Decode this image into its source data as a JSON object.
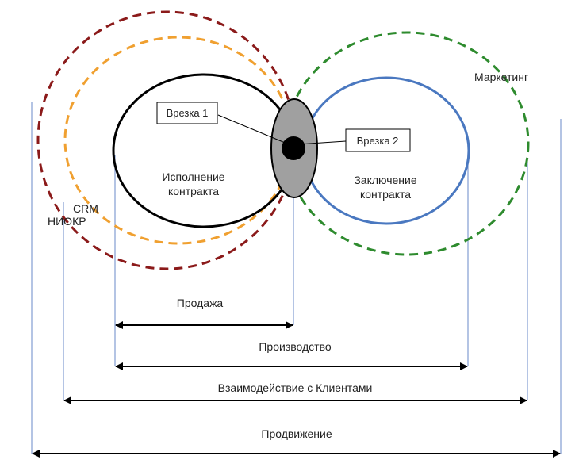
{
  "diagram": {
    "labels": {
      "execution_line1": "Исполнение",
      "execution_line2": "контракта",
      "conclusion_line1": "Заключение",
      "conclusion_line2": "контракта",
      "crm": "CRM",
      "niokr": "НИОКР",
      "marketing": "Маркетинг",
      "insert1": "Врезка 1",
      "insert2": "Врезка 2"
    },
    "spans": {
      "sales": "Продажа",
      "production": "Производство",
      "customer_interaction": "Взаимодействие с Клиентами",
      "promotion": "Продвижение"
    },
    "colors": {
      "niokr": "#8b1a1a",
      "crm": "#f0a030",
      "marketing": "#2e8b2e",
      "conclusion": "#4a78c0",
      "execution": "#000000",
      "intersection": "#a0a0a0",
      "guide_lines": "#6a88c8"
    }
  }
}
